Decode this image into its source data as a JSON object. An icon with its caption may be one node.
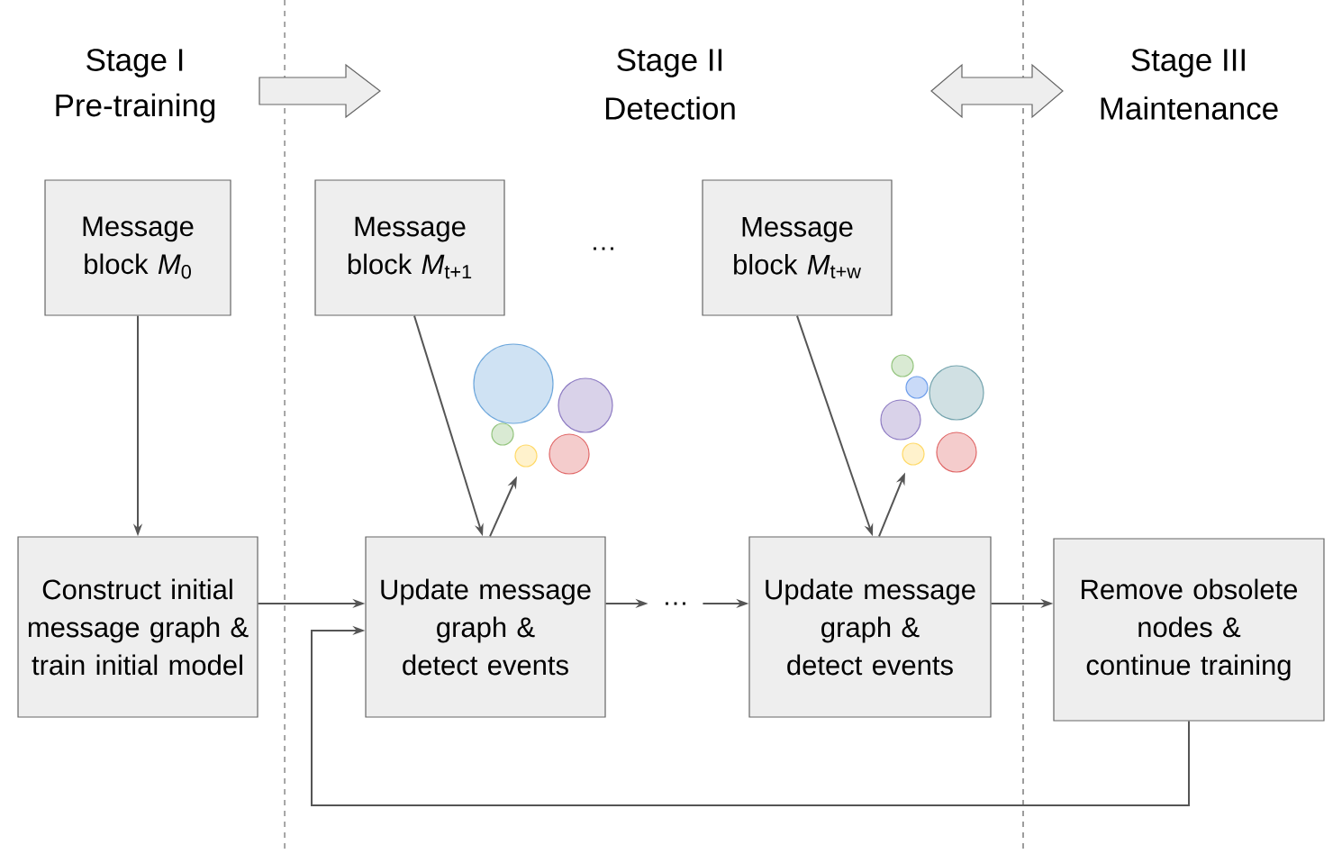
{
  "diagram": {
    "nodes": [
      {
        "text": [
          "Message block *M*$_{0}$"
        ]
      },
      {
        "text": [
          "Message block *M*$_{t+1}$"
        ]
      },
      {
        "text": [
          "Message block *M*$_{t+w}$"
        ]
      },
      {
        "text": [
          "Construct initial message graph & train initial model"
        ]
      },
      {
        "text": [
          "Update message graph & detect events"
        ]
      },
      {
        "text": [
          "…"
        ]
      },
      {
        "text": [
          "Update message graph & detect events"
        ]
      },
      {
        "text": [
          "Remove obsolete nodes & continue training"
        ]
      },
      {
        "text": [],
        "shape": "picture"
      },
      {
        "text": [],
        "shape": "picture"
      }
    ],
    "edges": [
      {
        "from": 0,
        "to": 3,
        "arrow": "to"
      },
      {
        "from": 1,
        "to": 4,
        "arrow": "to"
      },
      {
        "from": 4,
        "to": 8,
        "arrow": "to"
      },
      {
        "from": 2,
        "to": 6,
        "arrow": "to"
      },
      {
        "from": 6,
        "to": 9,
        "arrow": "to"
      },
      {
        "from": 3,
        "to": 4,
        "arrow": "to"
      },
      {
        "from": 4,
        "to": 5,
        "arrow": "to"
      },
      {
        "from": 5,
        "to": 6,
        "arrow": "to"
      },
      {
        "from": 6,
        "to": 7,
        "arrow": "to"
      },
      {
        "from": 7,
        "to": 4,
        "arrow": "to"
      }
    ],
    "labels": [
      "Stage I",
      "Pre-training",
      "Stage II",
      "Detection",
      "Stage III",
      "Maintenance",
      "…"
    ]
  }
}
